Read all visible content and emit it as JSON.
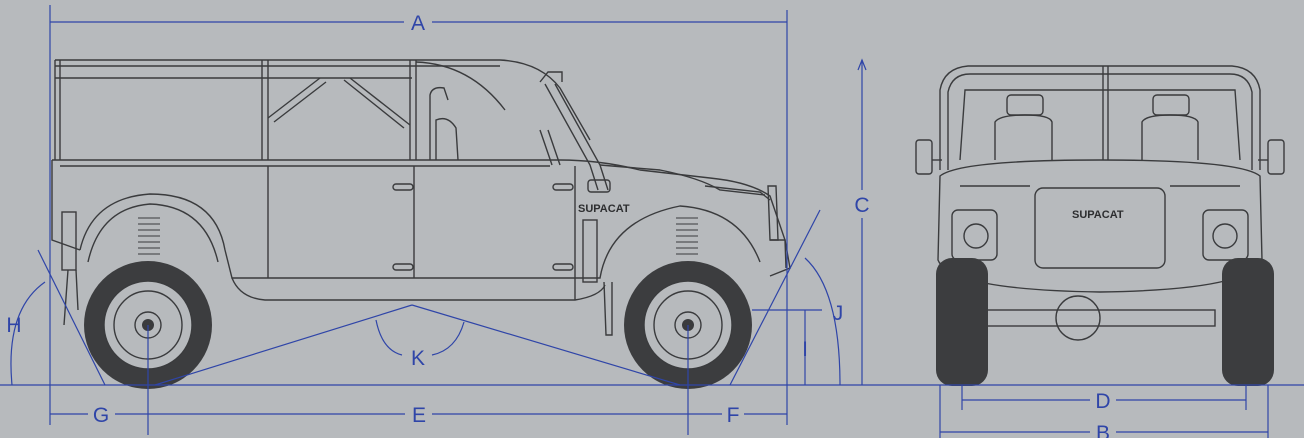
{
  "brand_text": "SUPACAT",
  "dimension_labels": {
    "A": "A",
    "B": "B",
    "C": "C",
    "D": "D",
    "E": "E",
    "F": "F",
    "G": "G",
    "H": "H",
    "I": "I",
    "J": "J",
    "K": "K"
  },
  "colors": {
    "background": "#b7babd",
    "dimension_lines": "#2f45a8",
    "linework": "#3a3b3d"
  }
}
